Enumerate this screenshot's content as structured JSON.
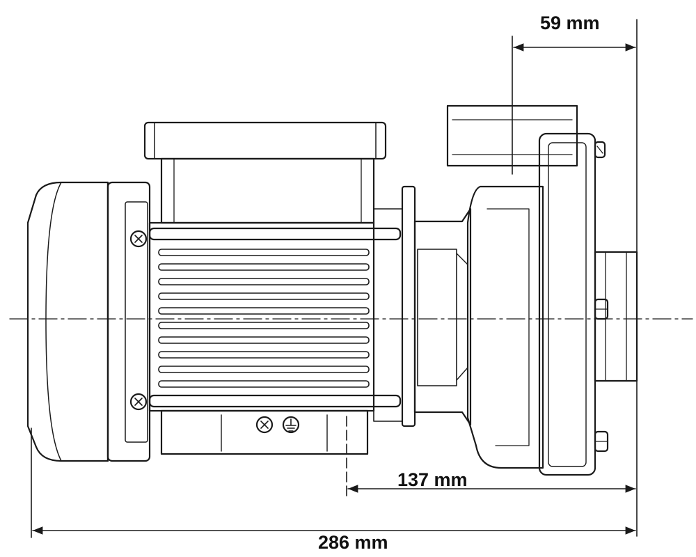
{
  "dimensions": {
    "outlet_offset": "59 mm",
    "pump_head_length": "137 mm",
    "overall_length": "286 mm"
  },
  "colors": {
    "line": "#1a1a1a",
    "background": "#ffffff",
    "shade": "#e9e9e9"
  }
}
